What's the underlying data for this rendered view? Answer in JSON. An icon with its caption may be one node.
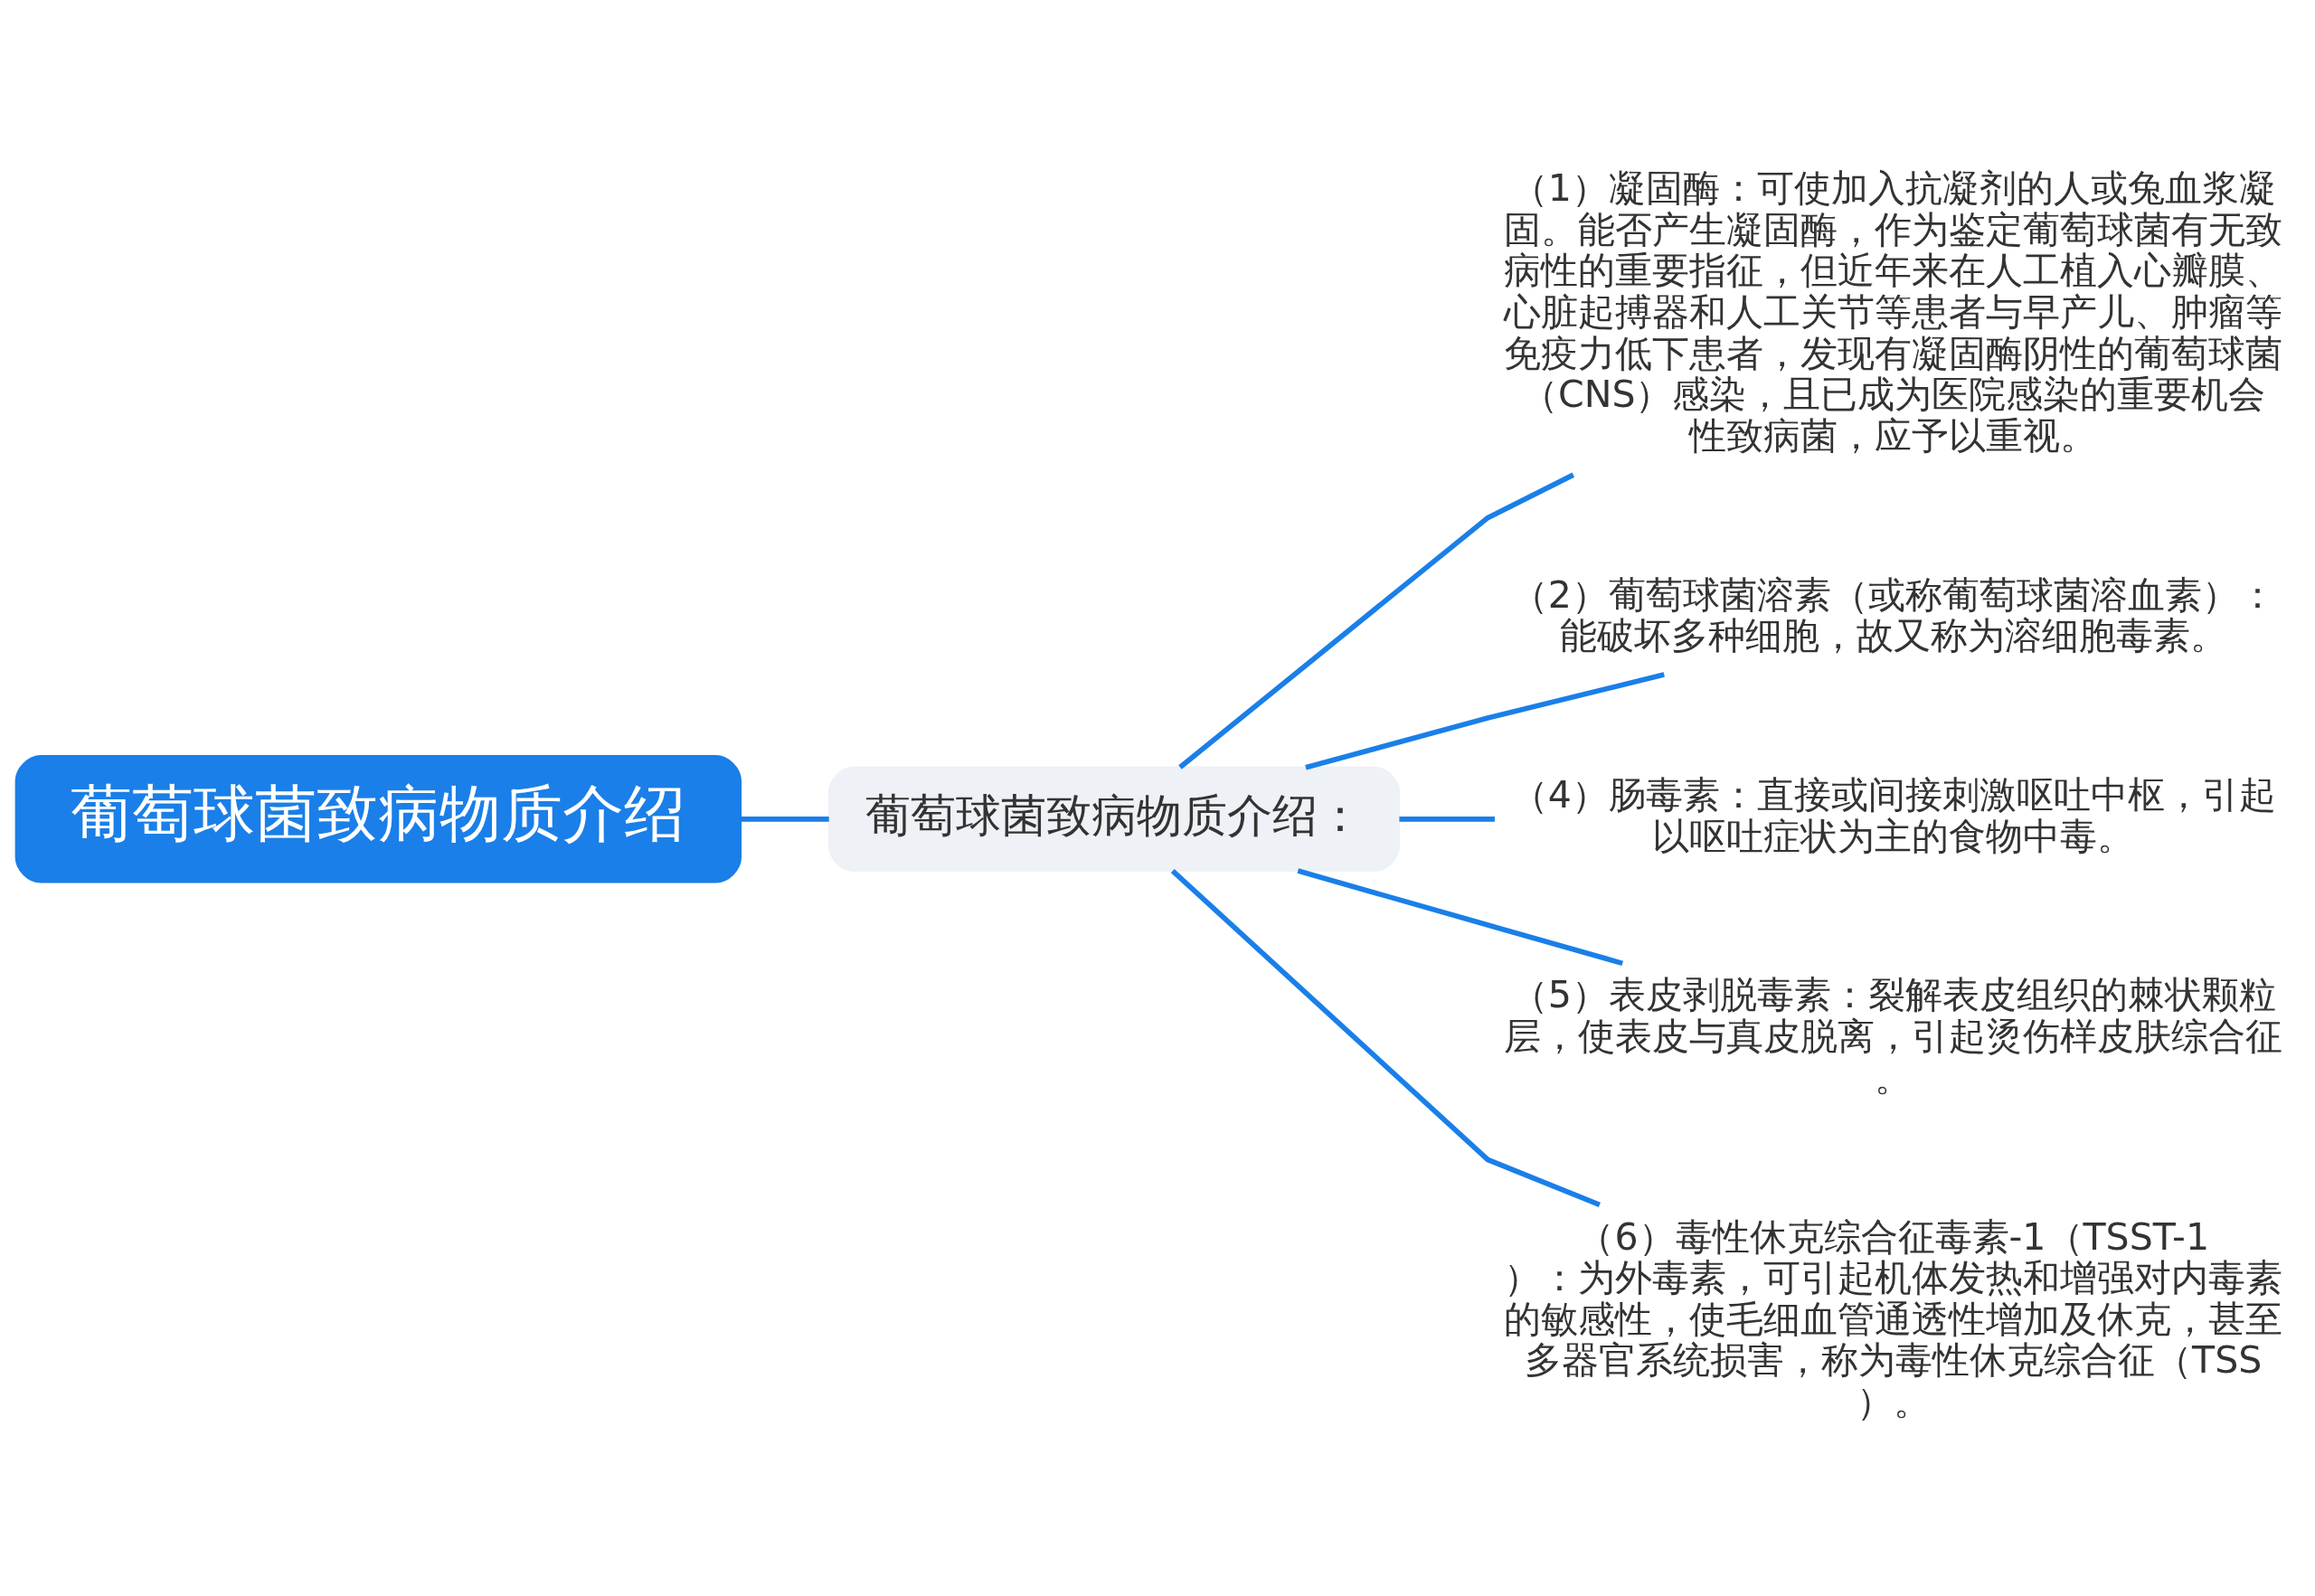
{
  "diagram": {
    "nodes": [
      {
        "text": [
          "葡萄球菌致病物质介绍"
        ]
      },
      {
        "text": [
          "葡萄球菌致病物质介绍："
        ]
      },
      {
        "text": [
          "（1）凝固酶：可使加入抗凝剂的人或兔血浆凝固。能否产生凝固酶，作为鉴定葡萄球菌有无致病性的重要指征，但近年来在人工植入心瓣膜、心脏起搏器和人工关节等患者与早产儿、肿瘤等免疫力低下患者，发现有凝固酶阴性的葡萄球菌（CNS）感染，且已成为医院感染的重要机会性致病菌，应予以重视。"
        ]
      },
      {
        "text": [
          "（2）葡萄球菌溶素（或称葡萄球菌溶血素）：能破坏多种细胞，故又称为溶细胞毒素。"
        ]
      },
      {
        "text": [
          "（4）肠毒素：直接或间接刺激呕吐中枢，引起以呕吐症状为主的食物中毒。"
        ]
      },
      {
        "text": [
          "（5）表皮剥脱毒素：裂解表皮组织的棘状颗粒层，使表皮与真皮脱离，引起烫伤样皮肤综合征。"
        ]
      },
      {
        "text": [
          "（6）毒性休克综合征毒素-1（TSST-1）：为外毒素，可引起机体发热和增强对内毒素的敏感性，使毛细血管通透性增加及休克，甚至多器官系统损害，称为毒性休克综合征（TSS）。"
        ]
      }
    ],
    "edges": [
      {
        "from": 0,
        "to": 1,
        "arrow": "none"
      },
      {
        "from": 1,
        "to": 2,
        "arrow": "none"
      },
      {
        "from": 1,
        "to": 3,
        "arrow": "none"
      },
      {
        "from": 1,
        "to": 4,
        "arrow": "none"
      },
      {
        "from": 1,
        "to": 5,
        "arrow": "none"
      },
      {
        "from": 1,
        "to": 6,
        "arrow": "none"
      }
    ]
  }
}
